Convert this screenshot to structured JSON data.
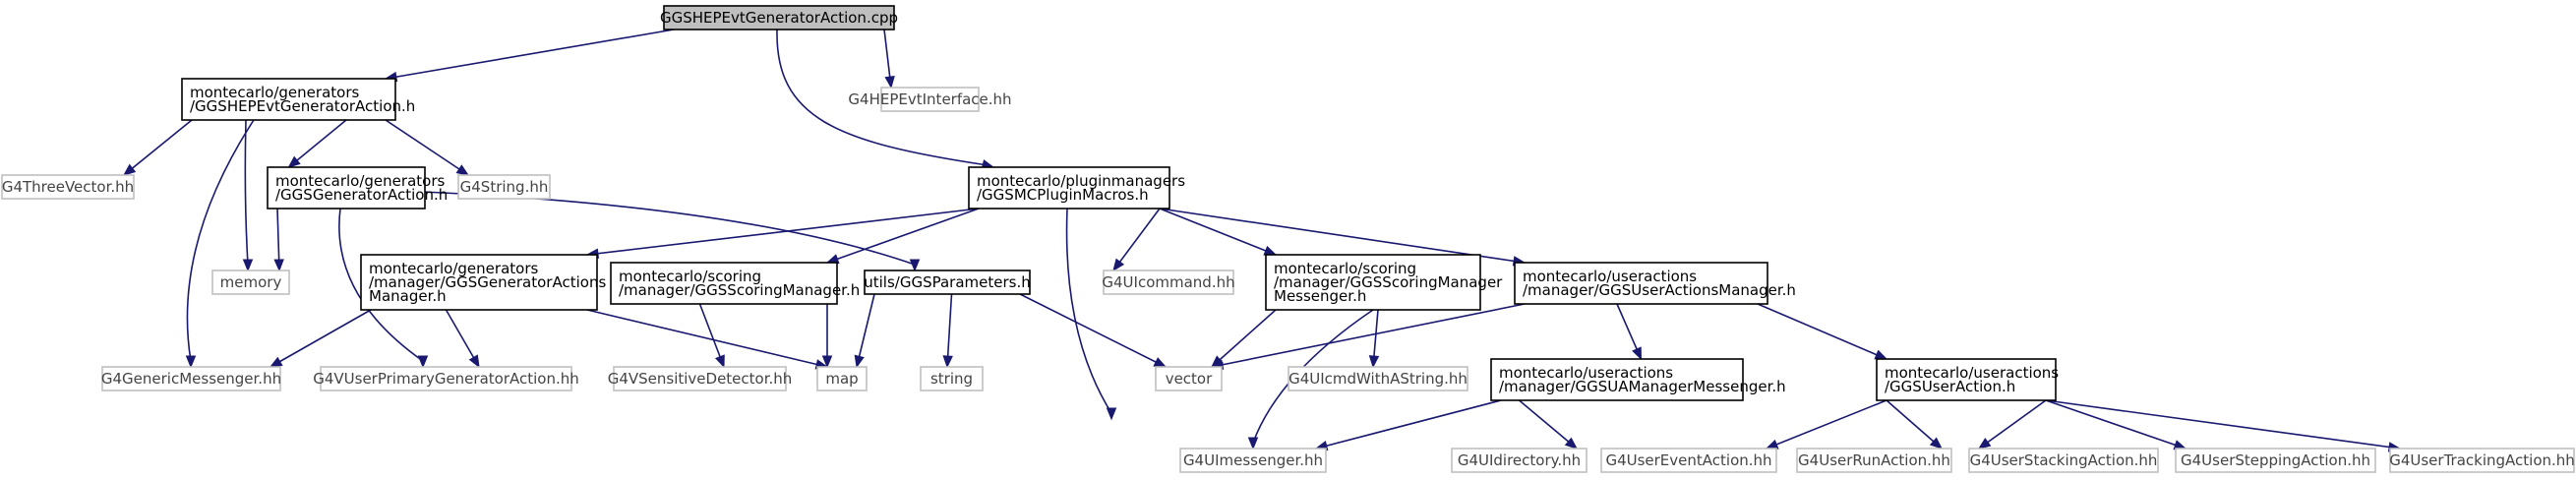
{
  "nodes": [
    {
      "id": "root",
      "kind": "root",
      "lines": [
        "GGSHEPEvtGeneratorAction.cpp"
      ]
    },
    {
      "id": "genAction",
      "kind": "internal",
      "lines": [
        "montecarlo/generators",
        "/GGSHEPEvtGeneratorAction.h"
      ]
    },
    {
      "id": "hepInterface",
      "kind": "external",
      "lines": [
        "G4HEPEvtInterface.hh"
      ]
    },
    {
      "id": "pluginMacros",
      "kind": "internal",
      "lines": [
        "montecarlo/pluginmanagers",
        "/GGSMCPluginMacros.h"
      ]
    },
    {
      "id": "threeVector",
      "kind": "external",
      "lines": [
        "G4ThreeVector.hh"
      ]
    },
    {
      "id": "ggsGenAction",
      "kind": "internal",
      "lines": [
        "montecarlo/generators",
        "/GGSGeneratorAction.h"
      ]
    },
    {
      "id": "g4string",
      "kind": "external",
      "lines": [
        "G4String.hh"
      ]
    },
    {
      "id": "memory",
      "kind": "external",
      "lines": [
        "memory"
      ]
    },
    {
      "id": "genActionsMgr",
      "kind": "internal",
      "lines": [
        "montecarlo/generators",
        "/manager/GGSGeneratorActions",
        "Manager.h"
      ]
    },
    {
      "id": "scoringMgr",
      "kind": "internal",
      "lines": [
        "montecarlo/scoring",
        "/manager/GGSScoringManager.h"
      ]
    },
    {
      "id": "parameters",
      "kind": "internal",
      "lines": [
        "utils/GGSParameters.h"
      ]
    },
    {
      "id": "uicommand",
      "kind": "external",
      "lines": [
        "G4UIcommand.hh"
      ]
    },
    {
      "id": "scoringMgrMsg",
      "kind": "internal",
      "lines": [
        "montecarlo/scoring",
        "/manager/GGSScoringManager",
        "Messenger.h"
      ]
    },
    {
      "id": "userActionsMgr",
      "kind": "internal",
      "lines": [
        "montecarlo/useractions",
        "/manager/GGSUserActionsManager.h"
      ]
    },
    {
      "id": "genericMessenger",
      "kind": "external",
      "lines": [
        "G4GenericMessenger.hh"
      ]
    },
    {
      "id": "primaryGen",
      "kind": "external",
      "lines": [
        "G4VUserPrimaryGeneratorAction.hh"
      ]
    },
    {
      "id": "sensitiveDet",
      "kind": "external",
      "lines": [
        "G4VSensitiveDetector.hh"
      ]
    },
    {
      "id": "map",
      "kind": "external",
      "lines": [
        "map"
      ]
    },
    {
      "id": "string",
      "kind": "external",
      "lines": [
        "string"
      ]
    },
    {
      "id": "vector",
      "kind": "external",
      "lines": [
        "vector"
      ]
    },
    {
      "id": "uicmdString",
      "kind": "external",
      "lines": [
        "G4UIcmdWithAString.hh"
      ]
    },
    {
      "id": "uaMgrMsg",
      "kind": "internal",
      "lines": [
        "montecarlo/useractions",
        "/manager/GGSUAManagerMessenger.h"
      ]
    },
    {
      "id": "userAction",
      "kind": "internal",
      "lines": [
        "montecarlo/useractions",
        "/GGSUserAction.h"
      ]
    },
    {
      "id": "uimessenger",
      "kind": "external",
      "lines": [
        "G4UImessenger.hh"
      ]
    },
    {
      "id": "uidirectory",
      "kind": "external",
      "lines": [
        "G4UIdirectory.hh"
      ]
    },
    {
      "id": "userEvent",
      "kind": "external",
      "lines": [
        "G4UserEventAction.hh"
      ]
    },
    {
      "id": "userRun",
      "kind": "external",
      "lines": [
        "G4UserRunAction.hh"
      ]
    },
    {
      "id": "userStacking",
      "kind": "external",
      "lines": [
        "G4UserStackingAction.hh"
      ]
    },
    {
      "id": "userStepping",
      "kind": "external",
      "lines": [
        "G4UserSteppingAction.hh"
      ]
    },
    {
      "id": "userTracking",
      "kind": "external",
      "lines": [
        "G4UserTrackingAction.hh"
      ]
    }
  ],
  "edges": [
    [
      "root",
      "genAction"
    ],
    [
      "root",
      "hepInterface"
    ],
    [
      "root",
      "pluginMacros"
    ],
    [
      "genAction",
      "threeVector"
    ],
    [
      "genAction",
      "ggsGenAction"
    ],
    [
      "genAction",
      "g4string"
    ],
    [
      "genAction",
      "memory"
    ],
    [
      "genAction",
      "genericMessenger"
    ],
    [
      "ggsGenAction",
      "memory"
    ],
    [
      "ggsGenAction",
      "primaryGen"
    ],
    [
      "ggsGenAction",
      "parameters"
    ],
    [
      "pluginMacros",
      "genActionsMgr"
    ],
    [
      "pluginMacros",
      "scoringMgr"
    ],
    [
      "pluginMacros",
      "uicommand"
    ],
    [
      "pluginMacros",
      "scoringMgrMsg"
    ],
    [
      "pluginMacros",
      "userActionsMgr"
    ],
    [
      "pluginMacros",
      "uimessenger"
    ],
    [
      "genActionsMgr",
      "genericMessenger"
    ],
    [
      "genActionsMgr",
      "primaryGen"
    ],
    [
      "genActionsMgr",
      "map"
    ],
    [
      "scoringMgr",
      "sensitiveDet"
    ],
    [
      "scoringMgr",
      "map"
    ],
    [
      "parameters",
      "map"
    ],
    [
      "parameters",
      "string"
    ],
    [
      "parameters",
      "vector"
    ],
    [
      "scoringMgrMsg",
      "vector"
    ],
    [
      "scoringMgrMsg",
      "uicmdString"
    ],
    [
      "scoringMgrMsg",
      "uimessenger"
    ],
    [
      "userActionsMgr",
      "vector"
    ],
    [
      "userActionsMgr",
      "uaMgrMsg"
    ],
    [
      "userActionsMgr",
      "userAction"
    ],
    [
      "uaMgrMsg",
      "uimessenger"
    ],
    [
      "uaMgrMsg",
      "uidirectory"
    ],
    [
      "userAction",
      "userEvent"
    ],
    [
      "userAction",
      "userRun"
    ],
    [
      "userAction",
      "userStacking"
    ],
    [
      "userAction",
      "userStepping"
    ],
    [
      "userAction",
      "userTracking"
    ]
  ]
}
